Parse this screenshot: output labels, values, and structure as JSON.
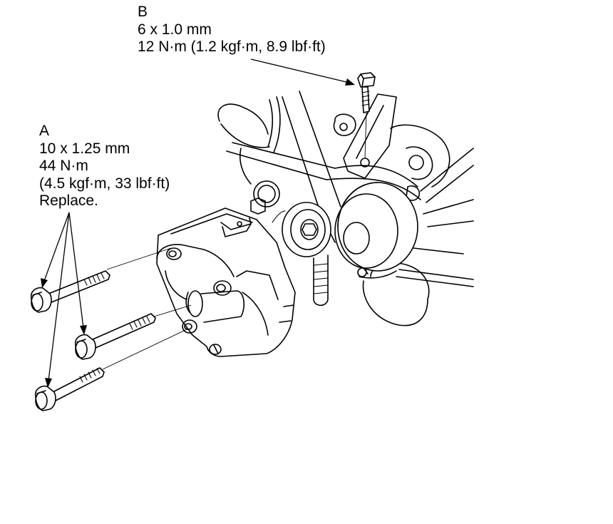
{
  "callouts": {
    "b": {
      "letter": "B",
      "size": "6 x 1.0 mm",
      "torque": "12 N·m (1.2 kgf·m, 8.9 lbf·ft)"
    },
    "a": {
      "letter": "A",
      "size": "10 x 1.25 mm",
      "torque_nm": "44 N·m",
      "torque_alt": "(4.5 kgf·m, 33 lbf·ft)",
      "note": "Replace."
    }
  }
}
